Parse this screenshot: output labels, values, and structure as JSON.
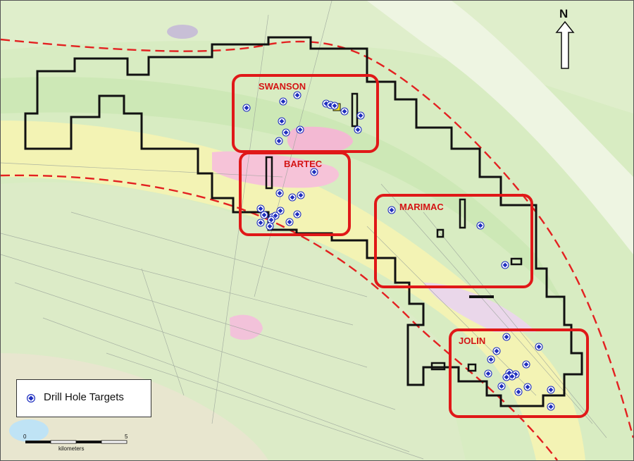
{
  "colors": {
    "boundary": "#111111",
    "target_box": "#e01818",
    "fault_dash": "#e32121",
    "drill_hole_fill": "#1f2fbf",
    "label": "#d41414"
  },
  "target_areas": [
    {
      "name": "SWANSON"
    },
    {
      "name": "BARTEC"
    },
    {
      "name": "MARIMAC"
    },
    {
      "name": "JOLIN"
    }
  ],
  "legend": {
    "symbol": "drill-hole-icon",
    "label": "Drill Hole Targets"
  },
  "north_arrow": {
    "label": "N"
  },
  "scale_bar": {
    "start": "0",
    "end": "5",
    "unit": "kilometers"
  }
}
